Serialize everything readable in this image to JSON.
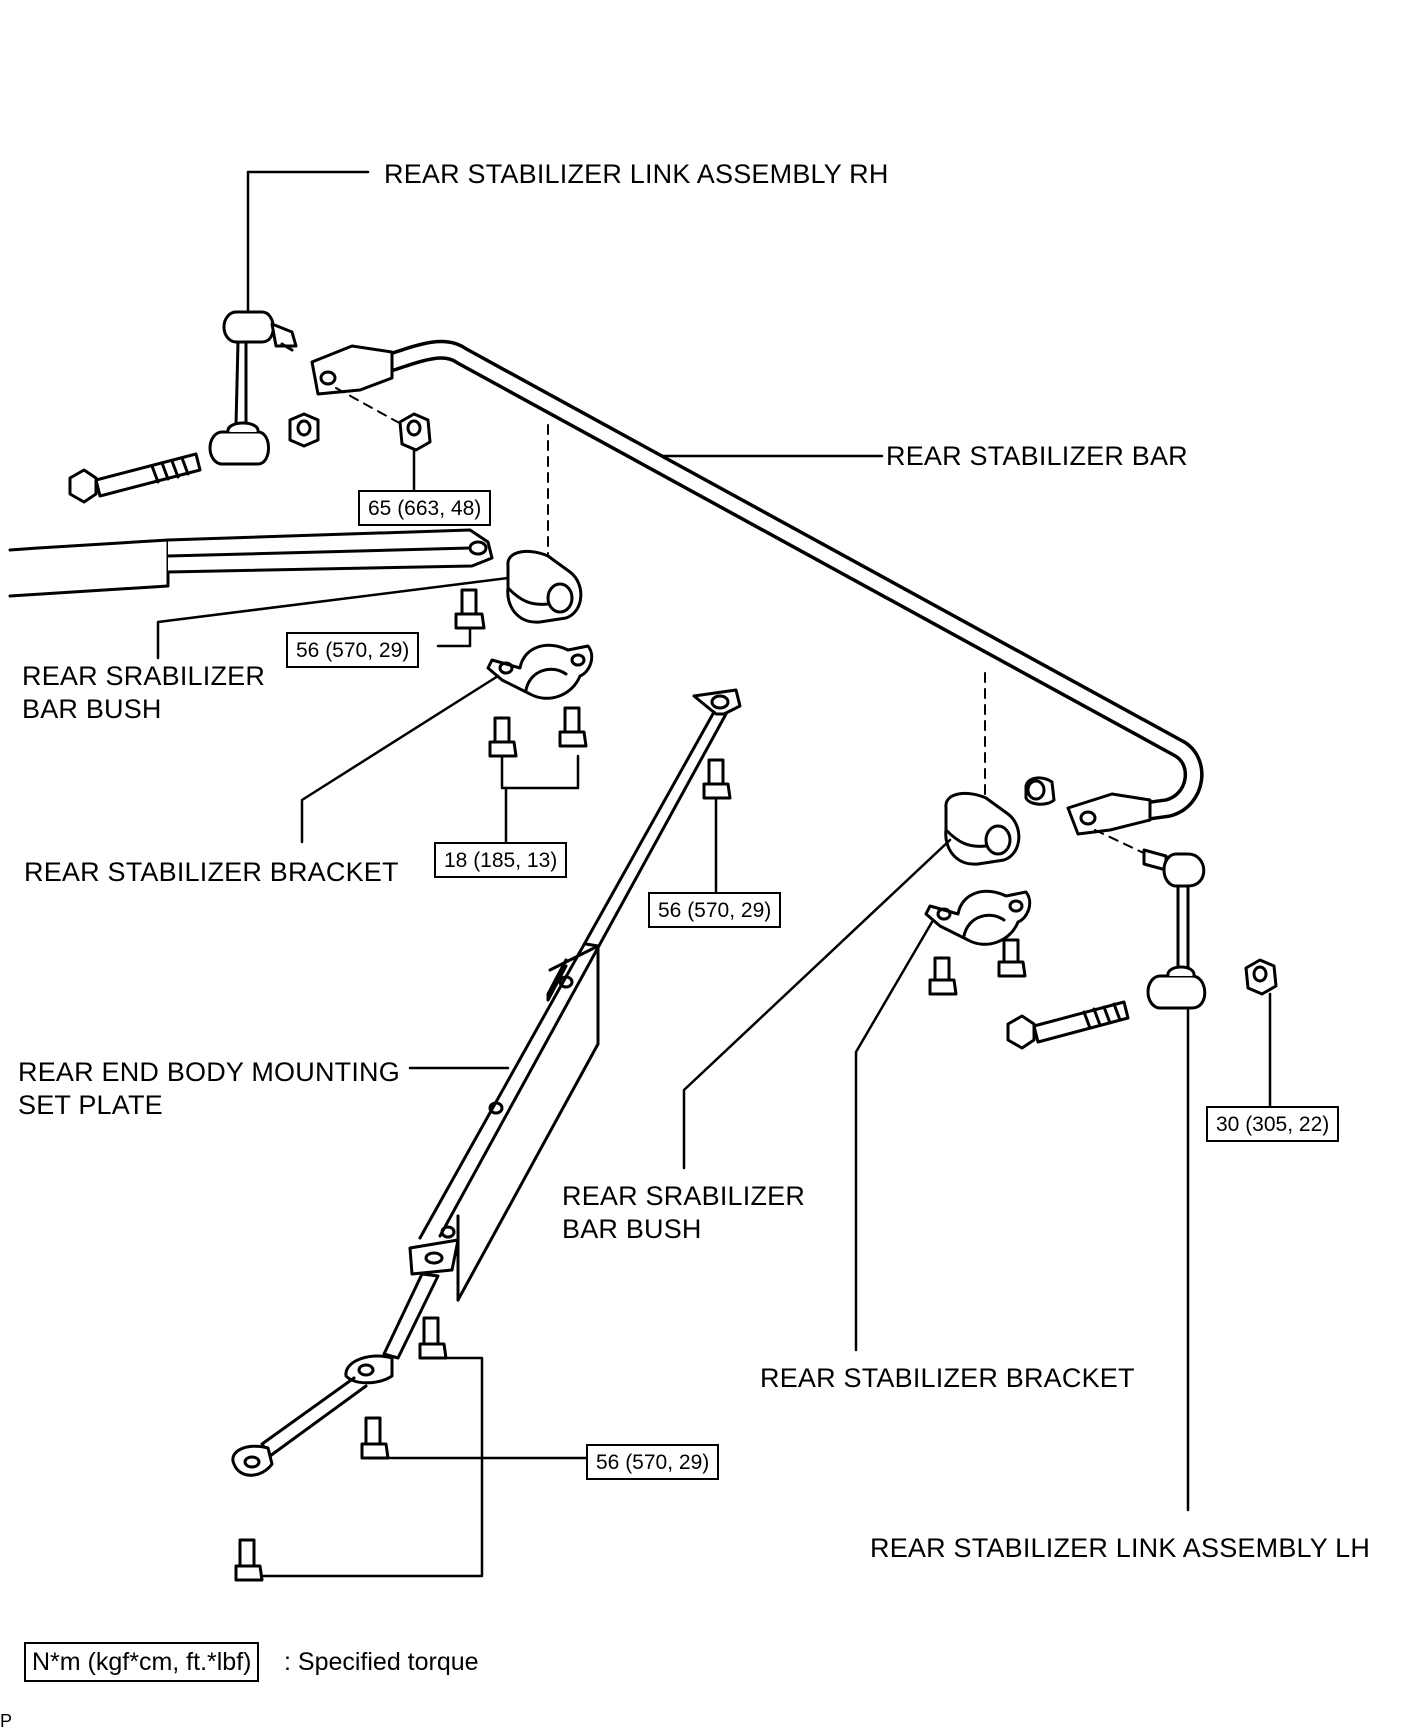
{
  "labels": {
    "link_rh": "REAR STABILIZER LINK ASSEMBLY RH",
    "stabilizer_bar": "REAR STABILIZER BAR",
    "bar_bush_left_line1": "REAR SRABILIZER",
    "bar_bush_left_line2": "BAR BUSH",
    "bracket_left": "REAR STABILIZER BRACKET",
    "mounting_plate_line1": "REAR END BODY MOUNTING",
    "mounting_plate_line2": "SET PLATE",
    "bar_bush_right_line1": "REAR SRABILIZER",
    "bar_bush_right_line2": "BAR BUSH",
    "bracket_right": "REAR STABILIZER BRACKET",
    "link_lh": "REAR STABILIZER LINK ASSEMBLY LH"
  },
  "torques": {
    "link_nut_rh": "65 (663, 48)",
    "bush_bolt_left": "56 (570, 29)",
    "bracket_bolts_left": "18 (185, 13)",
    "plate_bolt_upper": "56 (570, 29)",
    "link_nut_lh": "30 (305, 22)",
    "plate_bolts_lower": "56 (570, 29)"
  },
  "legend": {
    "unit": "N*m (kgf*cm, ft.*lbf)",
    "description": ": Specified torque"
  },
  "corner_mark": "P"
}
